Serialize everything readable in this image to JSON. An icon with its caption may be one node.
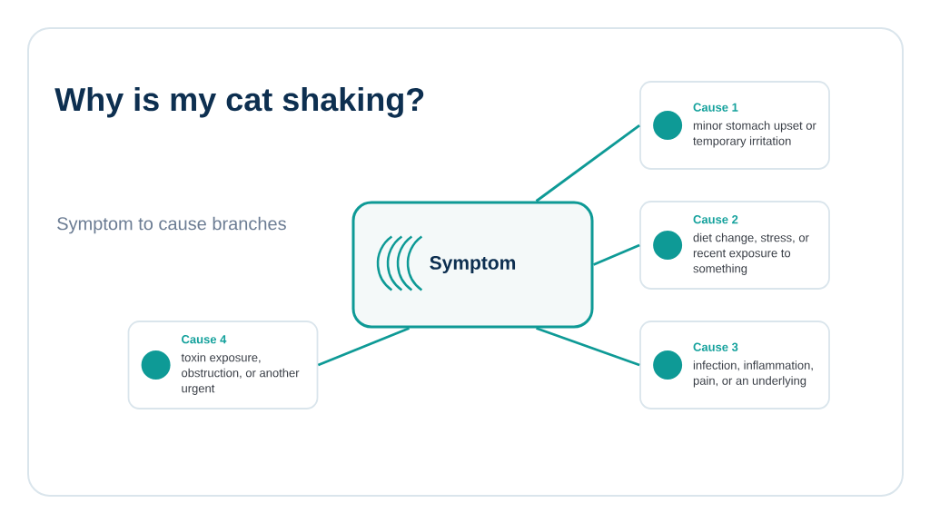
{
  "diagram": {
    "title": "Why is my cat shaking?",
    "nodes": [
      {
        "text": [
          "Symptom"
        ]
      },
      {
        "text": [
          "Cause 1",
          "minor stomach upset or temporary irritation"
        ]
      },
      {
        "text": [
          "Cause 2",
          "diet change, stress, or recent exposure to something"
        ]
      },
      {
        "text": [
          "Cause 3",
          "infection, inflammation, pain, or an underlying"
        ]
      },
      {
        "text": [
          "Cause 4",
          "toxin exposure, obstruction, or another urgent"
        ]
      }
    ],
    "edges": [
      {
        "from": 0,
        "to": 1,
        "arrow": "none"
      },
      {
        "from": 0,
        "to": 2,
        "arrow": "none"
      },
      {
        "from": 0,
        "to": 3,
        "arrow": "none"
      },
      {
        "from": 0,
        "to": 4,
        "arrow": "none"
      }
    ],
    "labels": [
      "Symptom to cause branches"
    ]
  }
}
